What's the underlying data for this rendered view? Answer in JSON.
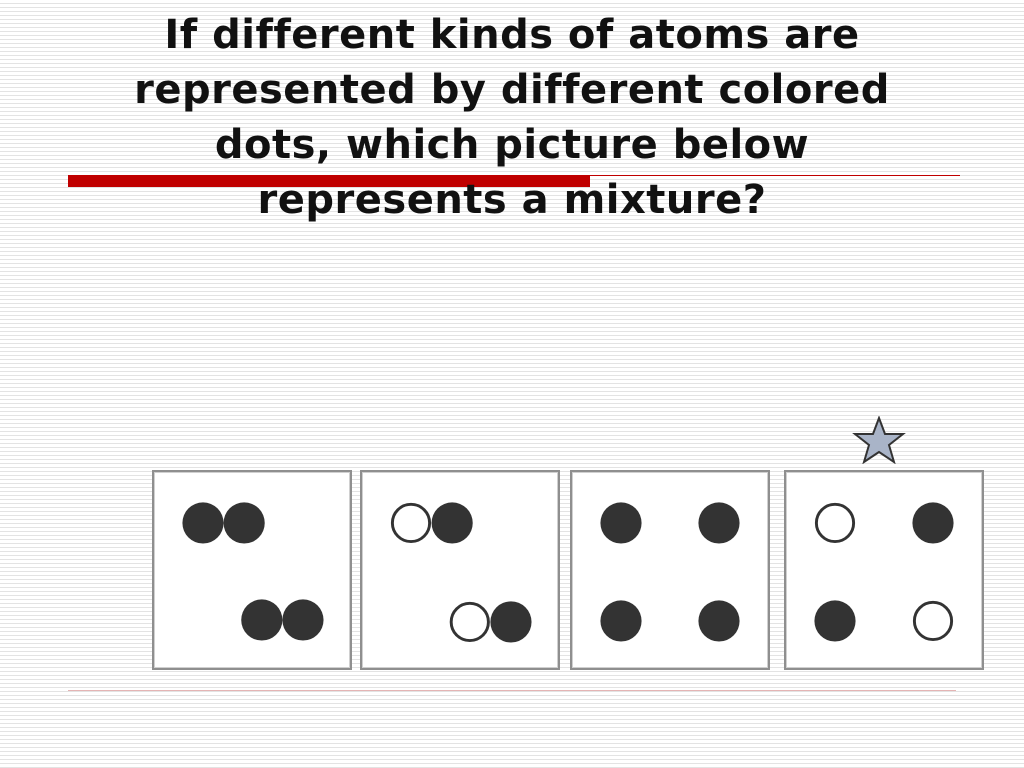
{
  "slide": {
    "title": "If different kinds of atoms are represented by different colored dots, which picture below represents a mixture?"
  },
  "colors": {
    "accent_red": "#c00000",
    "dot_filled": "#333333",
    "dot_open_stroke": "#333333",
    "star_fill": "#a9b4c8",
    "star_stroke": "#333333"
  },
  "answer_marker": {
    "icon": "star-icon",
    "marks_option": 4
  },
  "options": [
    {
      "id": "option-1",
      "description_icon": "two-filled-diatomic-molecules",
      "atoms": [
        "filled",
        "filled",
        "filled",
        "filled"
      ]
    },
    {
      "id": "option-2",
      "description_icon": "two-heteronuclear-molecules",
      "atoms": [
        "open",
        "filled",
        "open",
        "filled"
      ]
    },
    {
      "id": "option-3",
      "description_icon": "four-filled-single-atoms",
      "atoms": [
        "filled",
        "filled",
        "filled",
        "filled"
      ]
    },
    {
      "id": "option-4",
      "description_icon": "mixed-single-atoms",
      "atoms": [
        "open",
        "filled",
        "filled",
        "open"
      ]
    }
  ]
}
